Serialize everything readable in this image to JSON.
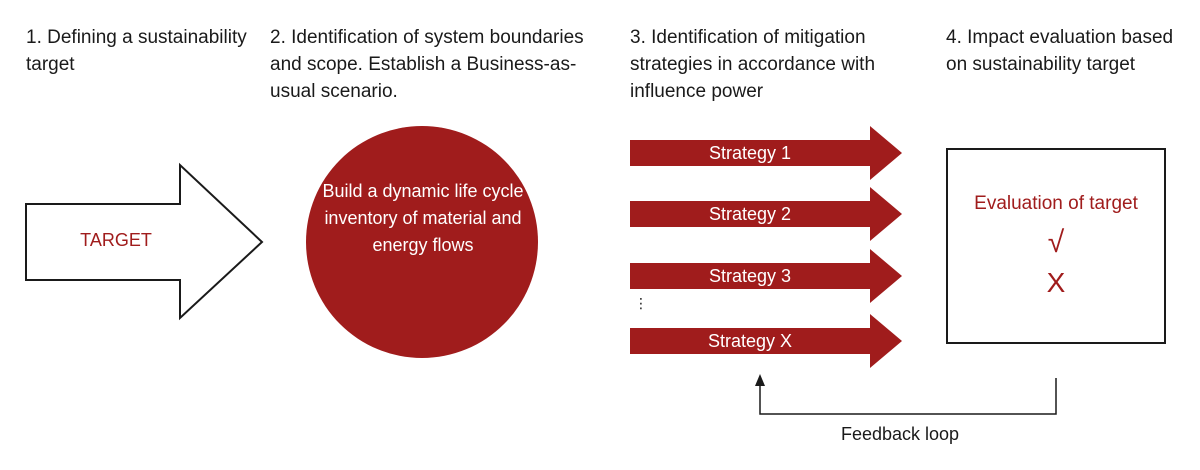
{
  "steps": [
    {
      "title": "1. Defining a sustainability target"
    },
    {
      "title": "2. Identification of system boundaries and scope. Establish a Business-as-usual scenario."
    },
    {
      "title": "3. Identification of mitigation strategies in accordance with influence power"
    },
    {
      "title": "4. Impact evaluation based on sustainability target"
    }
  ],
  "target_label": "TARGET",
  "circle_text": "Build a dynamic life cycle inventory of material and energy flows",
  "strategies": [
    "Strategy 1",
    "Strategy 2",
    "Strategy 3",
    "Strategy X"
  ],
  "ellipsis": "⋮",
  "evaluation": {
    "title": "Evaluation of target",
    "check": "√",
    "cross": "X"
  },
  "feedback_label": "Feedback loop",
  "colors": {
    "accent": "#a01c1c",
    "text": "#1a1a1a",
    "outline": "#1a1a1a"
  }
}
